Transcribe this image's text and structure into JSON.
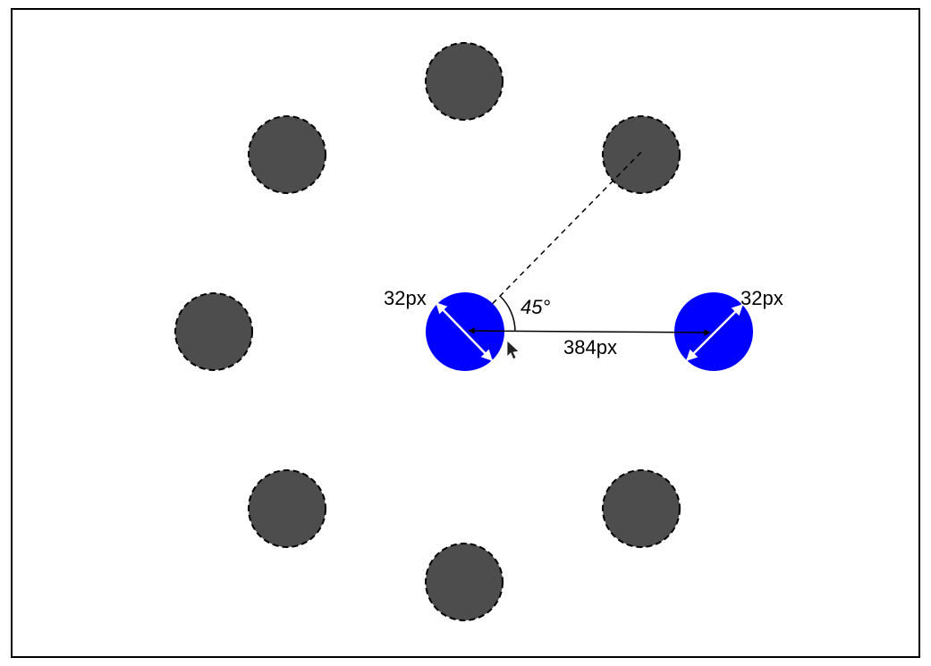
{
  "diagram": {
    "target_count": 8,
    "colors": {
      "frame": "#000000",
      "target_fill": "#4d4d4d",
      "target_outline": "#000000",
      "active_fill": "#0000ff",
      "diameter_arrow": "#ffffff",
      "distance_line": "#000000",
      "guide_line": "#000000"
    },
    "labels": {
      "left_diameter": "32px",
      "right_diameter": "32px",
      "distance": "384px",
      "angle": "45°"
    },
    "icons": {
      "cursor": "mouse-pointer-icon"
    }
  }
}
